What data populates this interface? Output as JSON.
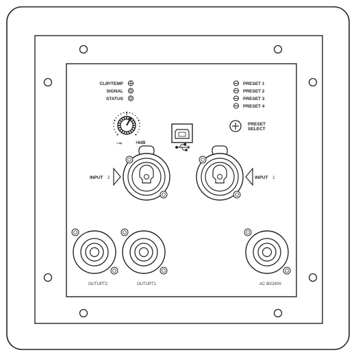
{
  "indicators": {
    "clip_temp": "CLIP/TEMP",
    "signal": "SIGNAL",
    "status": "STATUS"
  },
  "knob": {
    "min_label": "−∞",
    "max_label": "+6dB"
  },
  "presets": [
    "PRESET 1",
    "PRESET 2",
    "PRESET 3",
    "PRESET 4"
  ],
  "preset_select": {
    "line1": "PRESET",
    "line2": "SELECT"
  },
  "inputs": {
    "input2_label": "INPUT",
    "input2_num": "2",
    "input1_label": "INPUT",
    "input1_num": "1"
  },
  "outputs": {
    "output2": "OUTUPT2",
    "output1": "OUTUPT1",
    "ac": "AC 80/240V"
  },
  "colors": {
    "stroke": "#222222",
    "panel_bg": "#ffffff"
  }
}
